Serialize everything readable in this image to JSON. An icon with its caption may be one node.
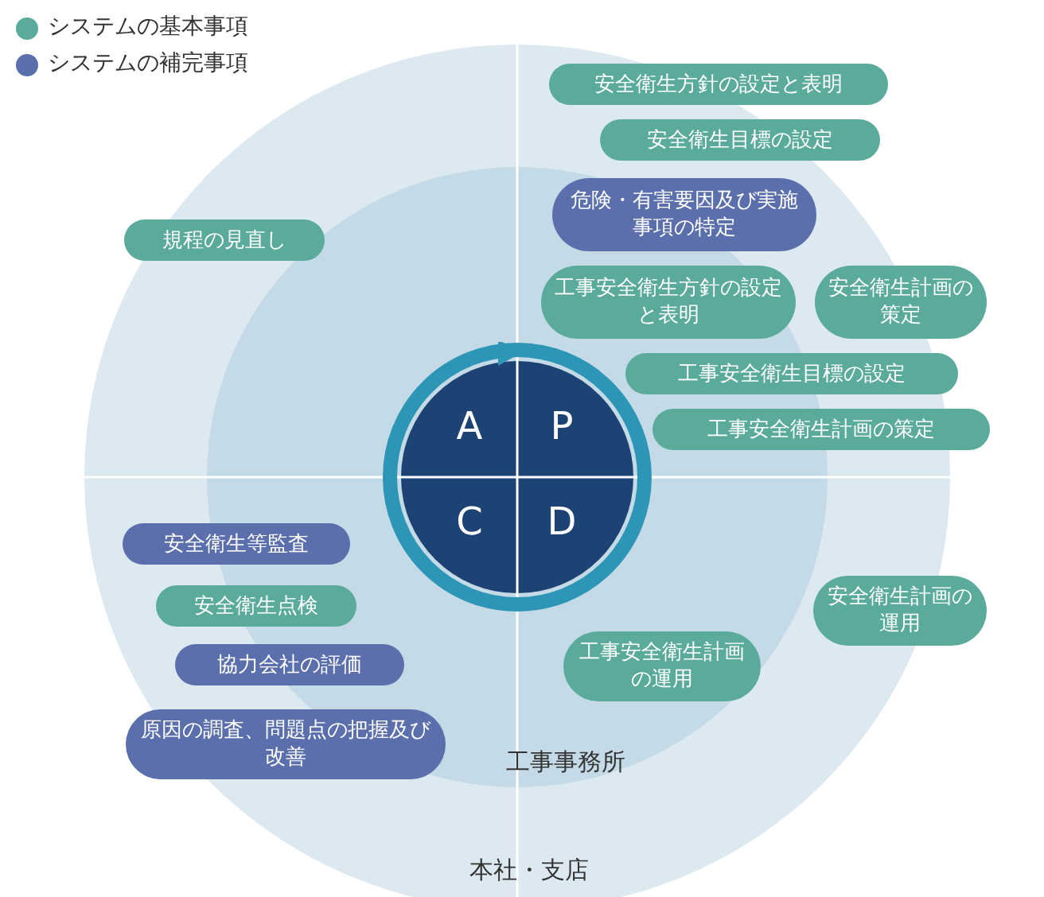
{
  "diagram": {
    "nodes": [
      {
        "text": [
          "本社・支店"
        ]
      },
      {
        "text": [
          "工事事務所"
        ],
        "in": 0
      },
      {
        "text": [],
        "shape": "circle",
        "in": 1
      },
      {
        "text": [
          "A"
        ],
        "in": 2
      },
      {
        "text": [
          "P"
        ],
        "in": 2
      },
      {
        "text": [
          "C"
        ],
        "in": 2
      },
      {
        "text": [
          "D"
        ],
        "in": 2
      },
      {
        "text": [
          "安全衛生方針の設定と表明"
        ],
        "in": 0
      },
      {
        "text": [
          "安全衛生目標の設定"
        ],
        "in": 0
      },
      {
        "text": [
          "危険・有害要因及び実施事項の特定"
        ],
        "in": 1
      },
      {
        "text": [
          "規程の見直し"
        ],
        "in": 0
      },
      {
        "text": [
          "工事安全衛生方針の設定と表明"
        ],
        "in": 1
      },
      {
        "text": [
          "安全衛生計画の策定"
        ],
        "in": 0
      },
      {
        "text": [
          "工事安全衛生目標の設定"
        ],
        "in": 0
      },
      {
        "text": [
          "工事安全衛生計画の策定"
        ],
        "in": 0
      },
      {
        "text": [
          "安全衛生等監査"
        ],
        "in": 0
      },
      {
        "text": [
          "安全衛生点検"
        ],
        "in": 0
      },
      {
        "text": [
          "協力会社の評価"
        ],
        "in": 0
      },
      {
        "text": [
          "原因の調査、問題点の把握及び改善"
        ],
        "in": 0
      },
      {
        "text": [
          "工事安全衛生計画の運用"
        ],
        "in": 1
      },
      {
        "text": [
          "安全衛生計画の運用"
        ],
        "in": 0
      }
    ],
    "legend": [
      {
        "text": "システムの基本事項",
        "color": "#5aab9c"
      },
      {
        "text": "システムの補完事項",
        "color": "#5b6fad"
      }
    ]
  }
}
